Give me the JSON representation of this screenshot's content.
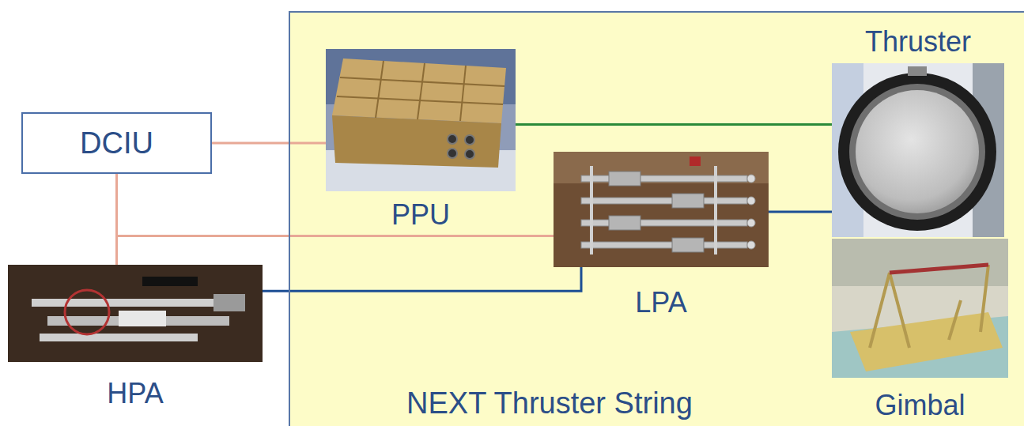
{
  "diagram": {
    "nodes": [
      {
        "text": [
          "DCIU"
        ]
      },
      {
        "text": [
          "NEXT Thruster String"
        ]
      },
      {
        "text": [
          "PPU"
        ],
        "in": 1
      },
      {
        "text": [
          "LPA"
        ],
        "in": 1
      },
      {
        "text": [
          "Thruster"
        ],
        "in": 1
      },
      {
        "text": [
          "Gimbal"
        ],
        "in": 1
      },
      {
        "text": [
          "HPA"
        ]
      }
    ],
    "edges": [
      {
        "from": 0,
        "to": 2,
        "arrow": "none"
      },
      {
        "from": 0,
        "to": 3,
        "arrow": "none"
      },
      {
        "from": 0,
        "to": 6,
        "arrow": "none"
      },
      {
        "from": 2,
        "to": 4,
        "arrow": "none"
      },
      {
        "from": 3,
        "to": 4,
        "arrow": "none"
      },
      {
        "from": 6,
        "to": 3,
        "arrow": "none"
      }
    ]
  }
}
